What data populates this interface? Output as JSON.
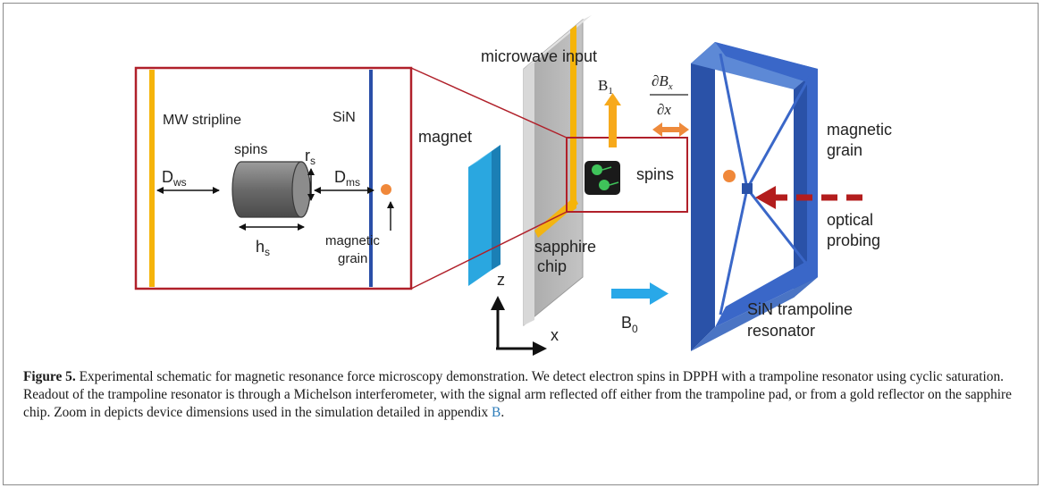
{
  "figure": {
    "zoom": {
      "stripline_label": "MW stripline",
      "sin_label": "SiN",
      "spins_label": "spins",
      "r_label": "r",
      "r_sub": "s",
      "h_label": "h",
      "h_sub": "s",
      "dws_label": "D",
      "dws_sub": "ws",
      "dms_label": "D",
      "dms_sub": "ms",
      "grain_label_line1": "magnetic",
      "grain_label_line2": "grain"
    },
    "main": {
      "microwave_input": "microwave input",
      "magnet": "magnet",
      "b1_label": "B",
      "b1_sub": "1",
      "gradient_numerator": "∂B",
      "gradient_num_sub": "x",
      "gradient_denominator": "∂x",
      "spins": "spins",
      "sapphire_line1": "sapphire",
      "sapphire_line2": "chip",
      "magnetic_grain_line1": "magnetic",
      "magnetic_grain_line2": "grain",
      "optical_line1": "optical",
      "optical_line2": "probing",
      "axis_z": "z",
      "axis_x": "x",
      "b0_label": "B",
      "b0_sub": "0",
      "trampoline_line1": "SiN trampoline",
      "trampoline_line2": "resonator"
    },
    "colors": {
      "zoom_box": "#b0202a",
      "stripline": "#f5b40a",
      "sin_line": "#2a4fa8",
      "grain": "#f0883a",
      "magnet": "#2aa7e0",
      "trampoline": "#3a67c8",
      "optical_arrow": "#b31d1d",
      "b1_arrow": "#f7a91b",
      "gradient_arrow": "#ee8a3b",
      "b0_arrow": "#29a8e8"
    }
  },
  "caption": {
    "label": "Figure 5.",
    "text": " Experimental schematic for magnetic resonance force microscopy demonstration. We detect electron spins in DPPH with a trampoline resonator using cyclic saturation. Readout of the trampoline resonator is through a Michelson interferometer, with the signal arm reflected off either from the trampoline pad, or from a gold reflector on the sapphire chip. Zoom in depicts device dimensions used in the simulation detailed in appendix ",
    "appendix_link": "B",
    "end": "."
  }
}
